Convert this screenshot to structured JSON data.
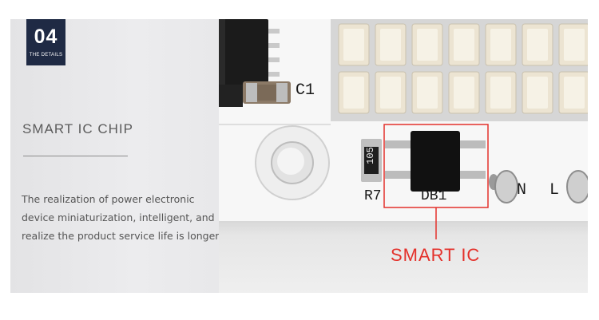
{
  "badge": {
    "number": "04",
    "caption": "THE DETAILS"
  },
  "section": {
    "title": "SMART IC CHIP",
    "description_lines": [
      "The realization of power electronic",
      "device miniaturization, intelligent, and",
      "realize the product service life is longer"
    ]
  },
  "photo": {
    "callout_label": "SMART IC",
    "silkscreen": {
      "c1": "C1",
      "r7": "R7",
      "db1": "DB1",
      "resistor_code": "105",
      "n": "N",
      "l": "L"
    }
  },
  "colors": {
    "badge_bg": "#1f2a44",
    "callout": "#e4312b",
    "panel_bg": "#e8e8ea"
  }
}
